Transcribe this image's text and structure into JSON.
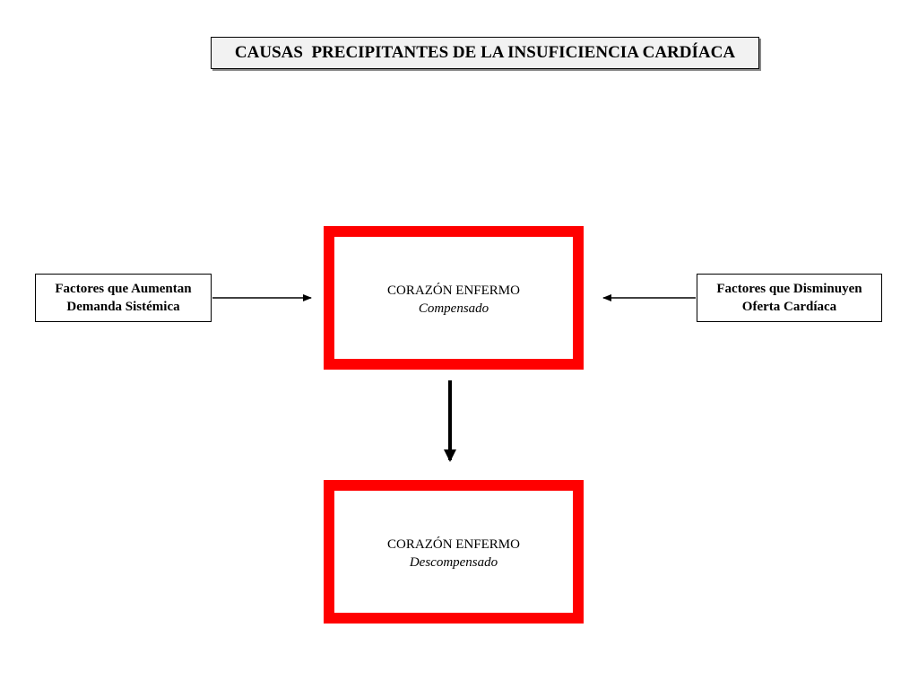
{
  "title": "CAUSAS  PRECIPITANTES DE LA INSUFICIENCIA CARDÍACA",
  "left_factor": {
    "line1": "Factores que Aumentan",
    "line2": "Demanda Sistémica"
  },
  "right_factor": {
    "line1": "Factores que Disminuyen",
    "line2": "Oferta Cardíaca"
  },
  "heart_compensated": {
    "label": "CORAZÓN ENFERMO",
    "state": "Compensado"
  },
  "heart_decompensated": {
    "label": "CORAZÓN ENFERMO",
    "state": "Descompensado"
  },
  "colors": {
    "box_border": "#ff0000",
    "arrow": "#000000"
  }
}
